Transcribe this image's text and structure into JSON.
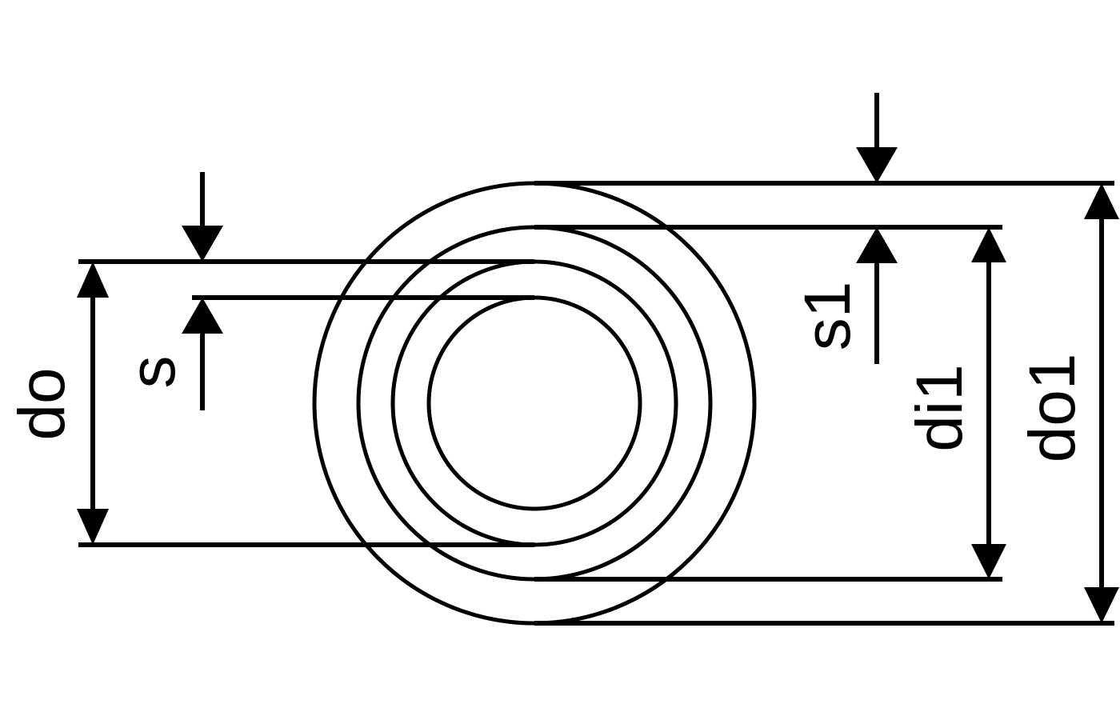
{
  "labels": {
    "do": "do",
    "s": "s",
    "s1": "s1",
    "di1": "di1",
    "do1": "do1"
  },
  "colors": {
    "line": "#000000",
    "background": "#ffffff"
  }
}
